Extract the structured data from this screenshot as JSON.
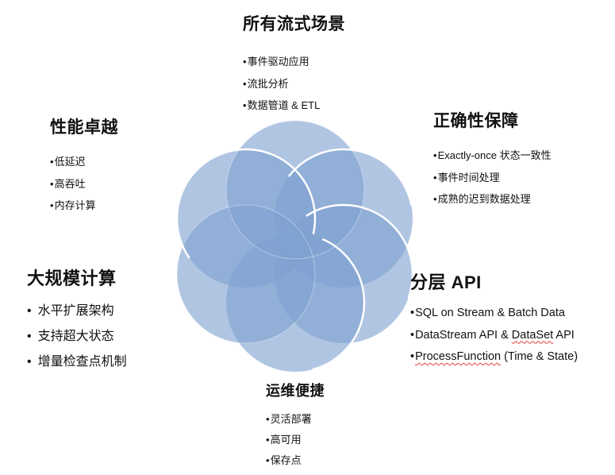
{
  "diagram": {
    "type": "overlapping-circles",
    "circle_count": 6,
    "colors": {
      "circle_fill": "#7fa2d0",
      "circle_fill_opacity": 0.6,
      "circle_stroke": "#ffffff",
      "center": "#4f7fba"
    }
  },
  "sections": {
    "top": {
      "title": "所有流式场景",
      "items": [
        "事件驱动应用",
        "流批分析",
        "数据管道 & ETL"
      ]
    },
    "upper_right": {
      "title": "正确性保障",
      "items": [
        "Exactly-once 状态一致性",
        "事件时间处理",
        "成熟的迟到数据处理"
      ]
    },
    "lower_right": {
      "title": "分层 API",
      "items": [
        "SQL on Stream & Batch Data",
        "DataStream API & ",
        "DataSet",
        " API",
        "ProcessFunction",
        " (Time & State)"
      ]
    },
    "bottom": {
      "title": "运维便捷",
      "items": [
        "灵活部署",
        "高可用",
        "保存点"
      ]
    },
    "lower_left": {
      "title": "大规模计算",
      "items": [
        "水平扩展架构",
        "支持超大状态",
        "增量检查点机制"
      ]
    },
    "upper_left": {
      "title": "性能卓越",
      "items": [
        "低延迟",
        "高吞吐",
        "内存计算"
      ]
    }
  }
}
